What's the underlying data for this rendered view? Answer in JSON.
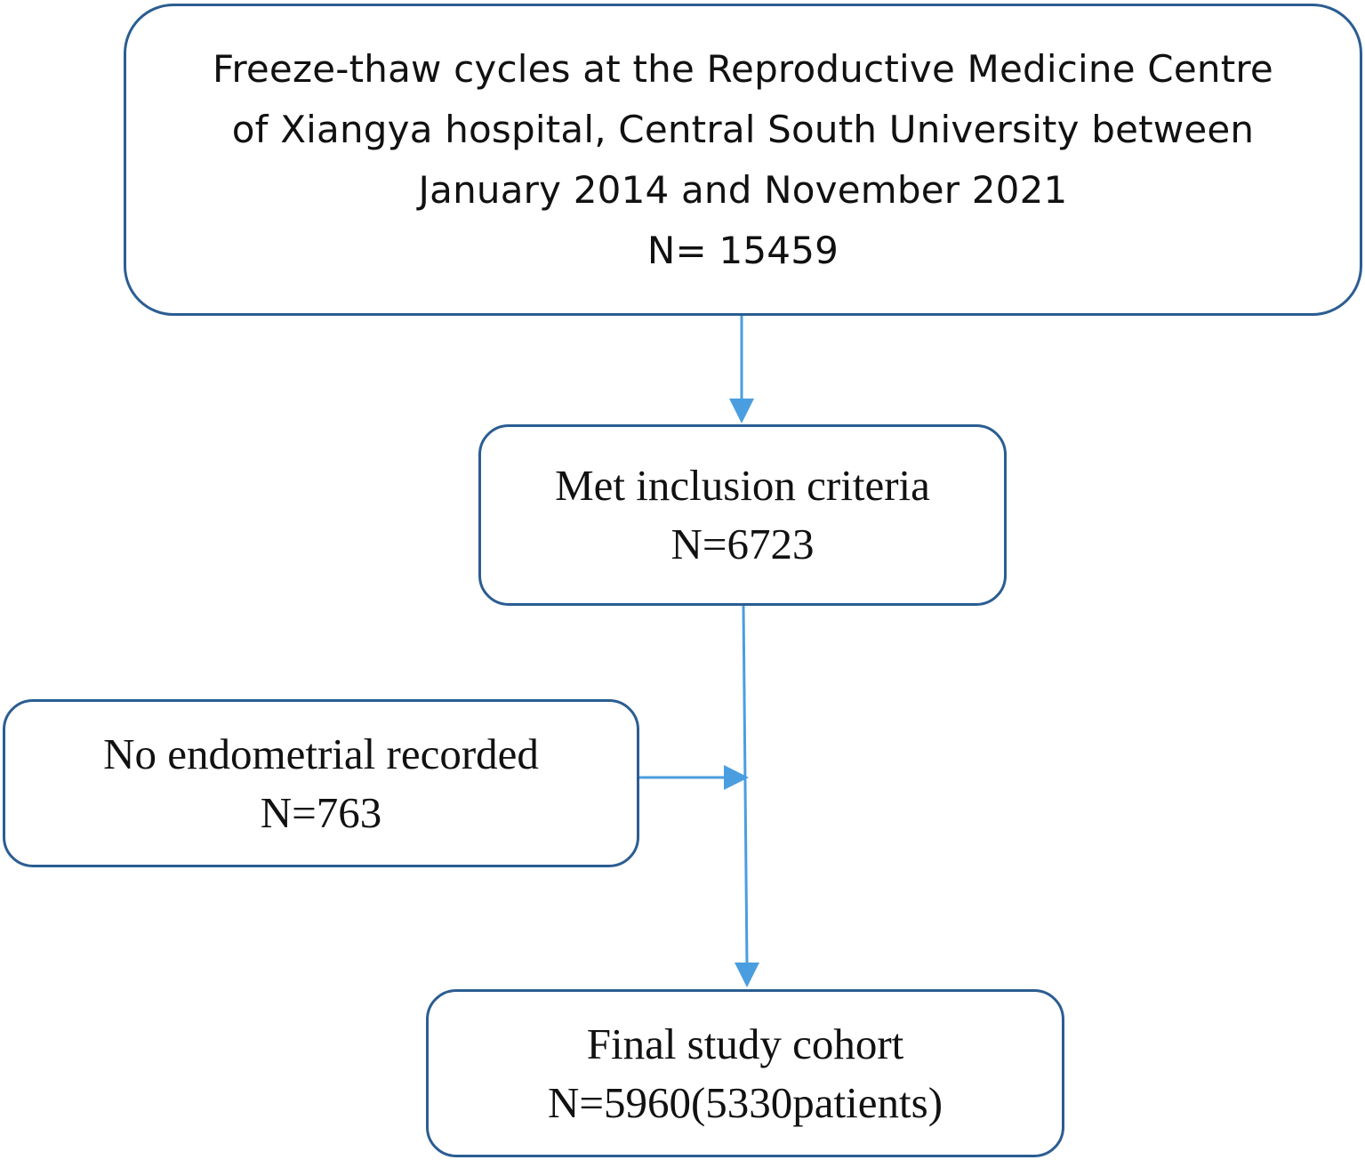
{
  "colors": {
    "box_border": "#2b5d92",
    "arrow": "#4a9ee0",
    "text": "#111111"
  },
  "boxes": {
    "source": {
      "lines": [
        "Freeze-thaw cycles at the Reproductive Medicine Centre",
        "of Xiangya hospital, Central South University between",
        "January 2014 and November 2021",
        "N= 15459"
      ]
    },
    "inclusion": {
      "lines": [
        "Met inclusion criteria",
        "N=6723"
      ]
    },
    "excluded": {
      "lines": [
        "No endometrial recorded",
        "N=763"
      ]
    },
    "final": {
      "lines": [
        "Final study cohort",
        "N=5960(5330patients)"
      ]
    }
  }
}
